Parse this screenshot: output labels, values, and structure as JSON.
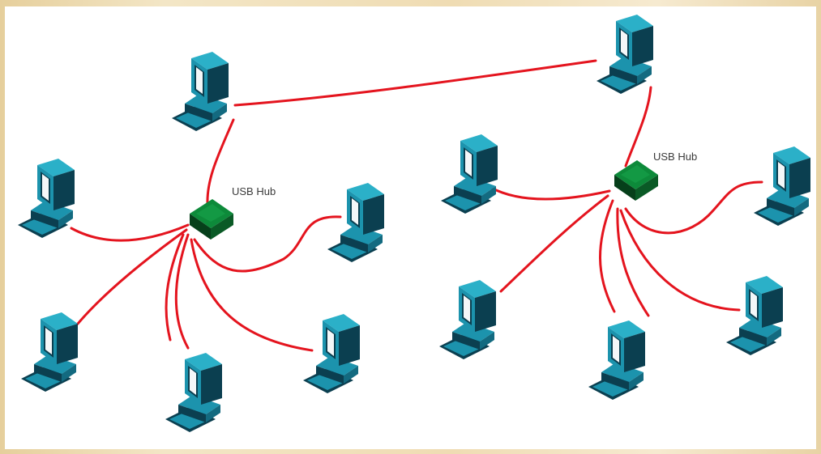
{
  "diagram": {
    "hubs": [
      {
        "id": "hub-left",
        "label": "USB Hub"
      },
      {
        "id": "hub-right",
        "label": "USB Hub"
      }
    ],
    "computers": [
      "pc-top-left",
      "pc-left-1",
      "pc-left-2",
      "pc-bottom-left",
      "pc-mid-right-1",
      "pc-mid-right-2",
      "pc-top-right",
      "pc-center-1",
      "pc-center-2",
      "pc-bottom-right",
      "pc-right-1",
      "pc-right-2"
    ],
    "colors": {
      "cable": "#e4141e",
      "monitor_body": "#1c93ad",
      "monitor_dark": "#0b3f50",
      "screen": "#f4f7f8",
      "hub": "#0d8a3a",
      "hub_dark": "#063f1a",
      "frame": "#ead8b0",
      "background": "#ffffff"
    }
  }
}
